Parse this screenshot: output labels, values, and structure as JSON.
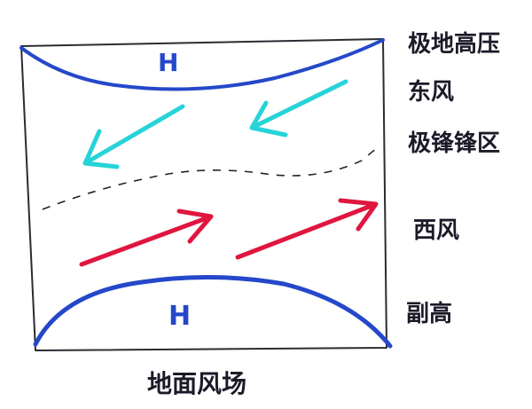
{
  "diagram": {
    "pressure_labels": {
      "top": "H",
      "bottom": "H"
    },
    "side_labels": [
      {
        "id": "polar-high",
        "text": "极地高压"
      },
      {
        "id": "easterlies",
        "text": "东风"
      },
      {
        "id": "polar-front",
        "text": "极锋锋区"
      },
      {
        "id": "westerlies",
        "text": "西风"
      },
      {
        "id": "subtropical-high",
        "text": "副高"
      }
    ],
    "caption": "地面风场",
    "colors": {
      "frame": "#2b2b33",
      "high_pressure_line": "#2448c9",
      "easterly_arrows": "#27d3d8",
      "westerly_arrows": "#e0163f",
      "front_line": "#222222",
      "text": "#1a1a28"
    }
  }
}
